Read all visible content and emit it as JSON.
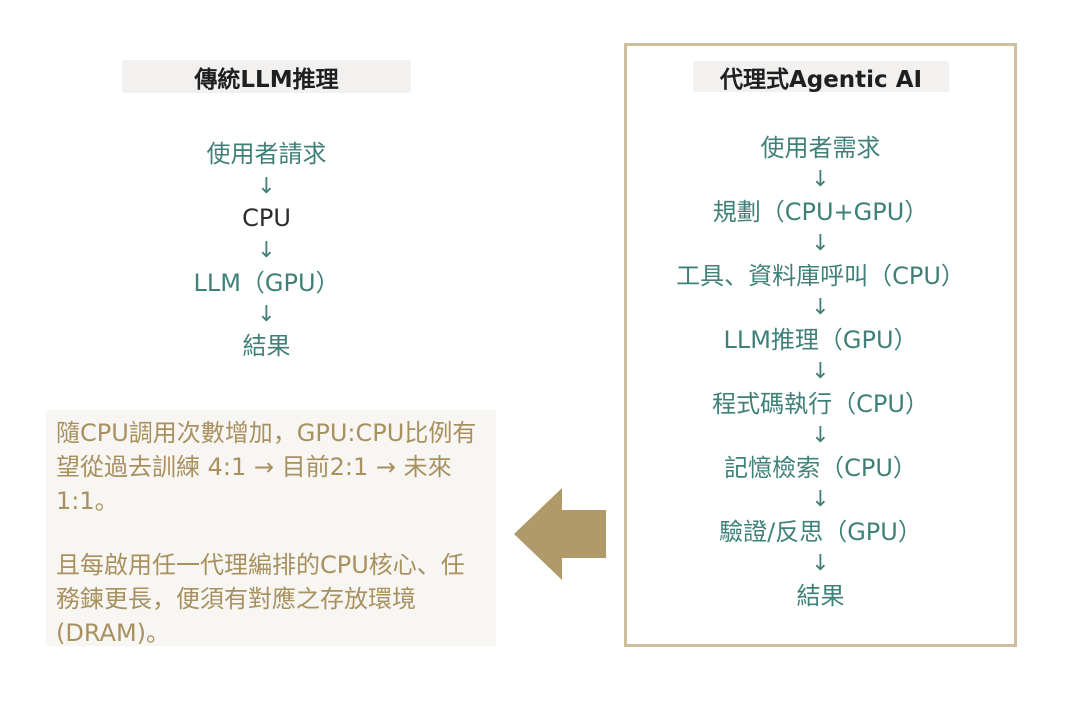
{
  "traditional": {
    "title": "傳統LLM推理",
    "steps": [
      "使用者請求",
      "↓",
      "CPU",
      "↓",
      "LLM（GPU）",
      "↓",
      "結果"
    ]
  },
  "agentic": {
    "title": "代理式Agentic AI",
    "steps": [
      "使用者需求",
      "↓",
      "規劃（CPU+GPU）",
      "↓",
      "工具、資料庫呼叫（CPU）",
      "↓",
      "LLM推理（GPU）",
      "↓",
      "程式碼執行（CPU）",
      "↓",
      "記憶檢索（CPU）",
      "↓",
      "驗證/反思（GPU）",
      "↓",
      "結果"
    ]
  },
  "note": {
    "paragraph1": "隨CPU調用次數增加，GPU:CPU比例有望從過去訓練 4:1 → 目前2:1 → 未來 1:1。",
    "paragraph2": "且每啟用任一代理編排的CPU核心、任務鍊更長，便須有對應之存放環境(DRAM)。"
  },
  "colors": {
    "teal_text": "#3f8178",
    "gold_text": "#a8905f",
    "box_border": "#cdbf9e",
    "arrow_fill": "#b09a6a",
    "header_bg": "#f2f1ef",
    "note_bg": "#f7f6f2"
  },
  "icons": {
    "flow_arrow": "arrow-left-icon"
  }
}
